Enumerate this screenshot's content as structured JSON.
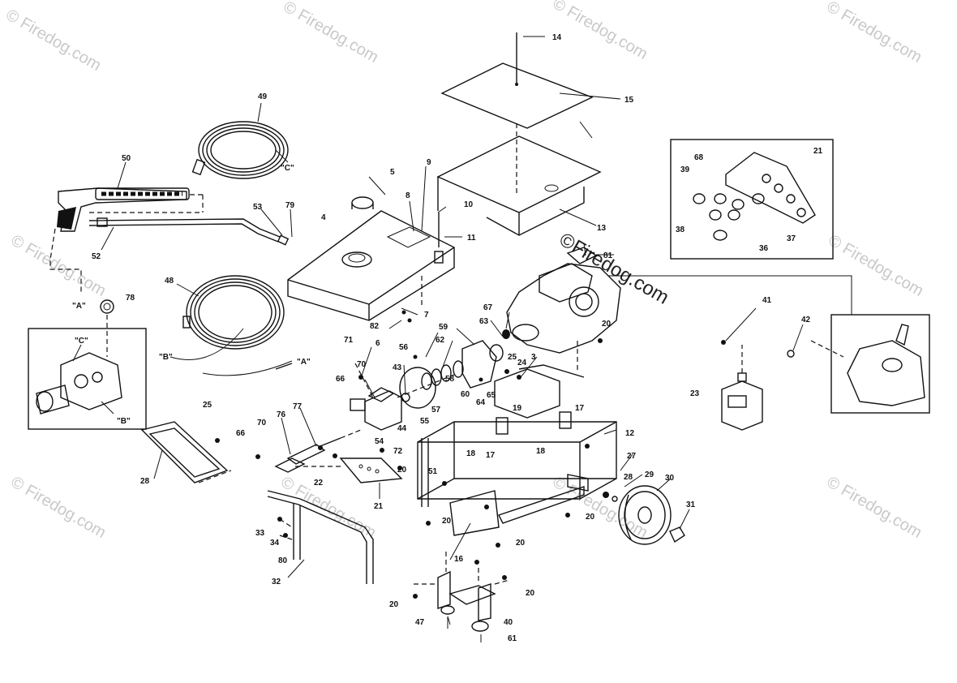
{
  "watermark": {
    "text": "Firedog.com",
    "copyright_symbol": "©",
    "center_text": "Firedog.com"
  },
  "labels": {
    "p14": "14",
    "p15": "15",
    "p49": "49",
    "p50": "50",
    "p5": "5",
    "p9": "9",
    "p8": "8",
    "p10": "10",
    "p13": "13",
    "p4": "4",
    "p11": "11",
    "p21a": "21",
    "p68": "68",
    "p39": "39",
    "p38": "38",
    "p37": "37",
    "p36": "36",
    "p53": "53",
    "p79": "79",
    "p52": "52",
    "p81": "81",
    "p48": "48",
    "p78": "78",
    "p7": "7",
    "p82": "82",
    "p6": "6",
    "p67": "67",
    "p63": "63",
    "p59": "59",
    "p62": "62",
    "p41": "41",
    "p42": "42",
    "p20a": "20",
    "p71": "71",
    "p56": "56",
    "p25a": "25",
    "p24": "24",
    "p3": "3",
    "p70a": "70",
    "p43": "43",
    "p58": "58",
    "p60": "60",
    "p64": "64",
    "p65": "65",
    "p66a": "66",
    "p57": "57",
    "p55": "55",
    "p23": "23",
    "p19": "19",
    "p17a": "17",
    "p17b": "17",
    "p18a": "18",
    "p18b": "18",
    "p12": "12",
    "p25b": "25",
    "p44": "44",
    "p54": "54",
    "p77": "77",
    "p76": "76",
    "p70b": "70",
    "p66b": "66",
    "p72": "72",
    "p27": "27",
    "p28a": "28",
    "p28b": "28",
    "p29": "29",
    "p30": "30",
    "p20b": "20",
    "p51": "51",
    "p22": "22",
    "p21b": "21",
    "p31": "31",
    "p20c": "20",
    "p20d": "20",
    "p20e": "20",
    "p20f": "20",
    "p16": "16",
    "p33": "33",
    "p34": "34",
    "p80": "80",
    "p32": "32",
    "p20g": "20",
    "p20h": "20",
    "p47": "47",
    "p40": "40",
    "p61": "61",
    "cA": "\"A\"",
    "cB": "\"B\"",
    "cC": "\"C\"",
    "cA2": "\"A\"",
    "cB2": "\"B\"",
    "cC2": "\"C\""
  }
}
